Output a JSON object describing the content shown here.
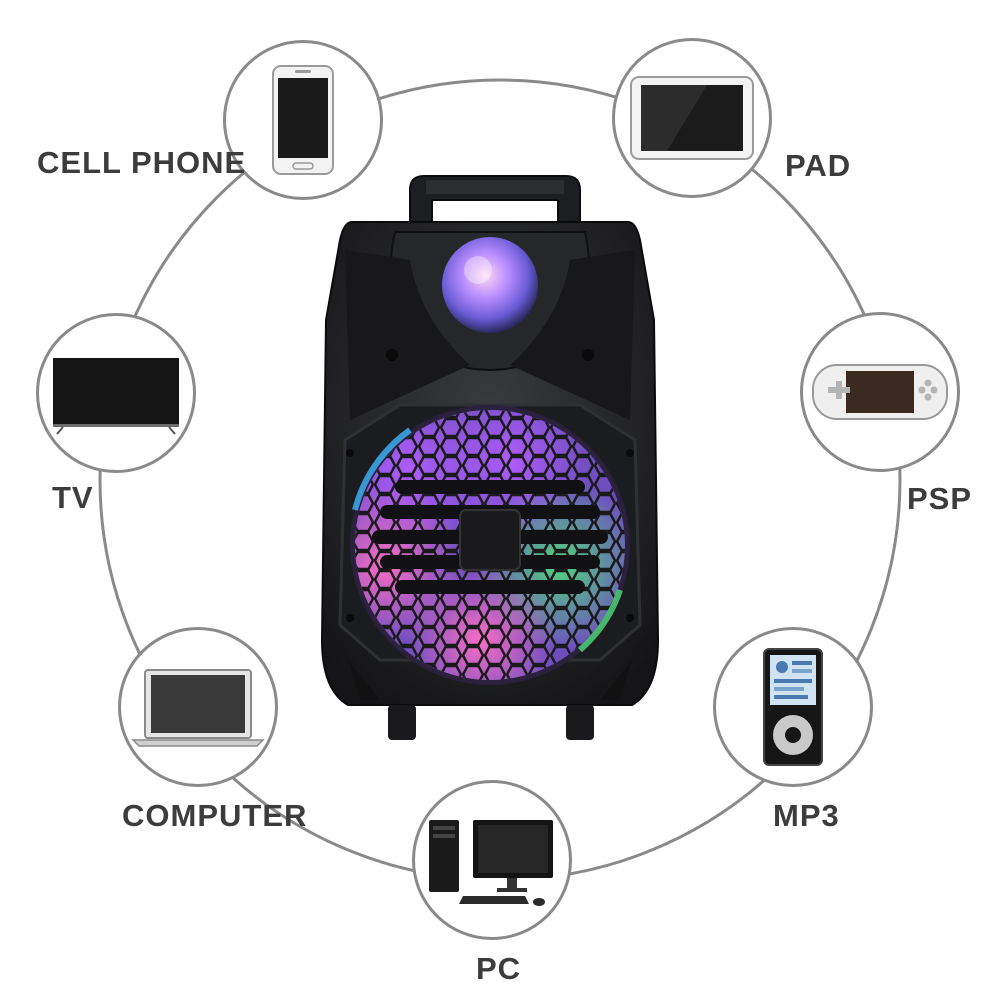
{
  "devices": {
    "cell_phone": {
      "label": "CELL PHONE",
      "icon": "smartphone-icon"
    },
    "pad": {
      "label": "PAD",
      "icon": "tablet-icon"
    },
    "tv": {
      "label": "TV",
      "icon": "tv-icon"
    },
    "psp": {
      "label": "PSP",
      "icon": "handheld-console-icon"
    },
    "computer": {
      "label": "COMPUTER",
      "icon": "laptop-icon"
    },
    "mp3": {
      "label": "MP3",
      "icon": "mp3-player-icon"
    },
    "pc": {
      "label": "PC",
      "icon": "desktop-pc-icon"
    }
  },
  "colors": {
    "ring": "#8a8a8a",
    "label": "#3c3c3c",
    "speaker_body": "#1e1f22",
    "led_purple": "#b35cff",
    "led_pink": "#ff5fb0",
    "led_cyan": "#3fb7ff",
    "led_green": "#4fdc7a"
  }
}
